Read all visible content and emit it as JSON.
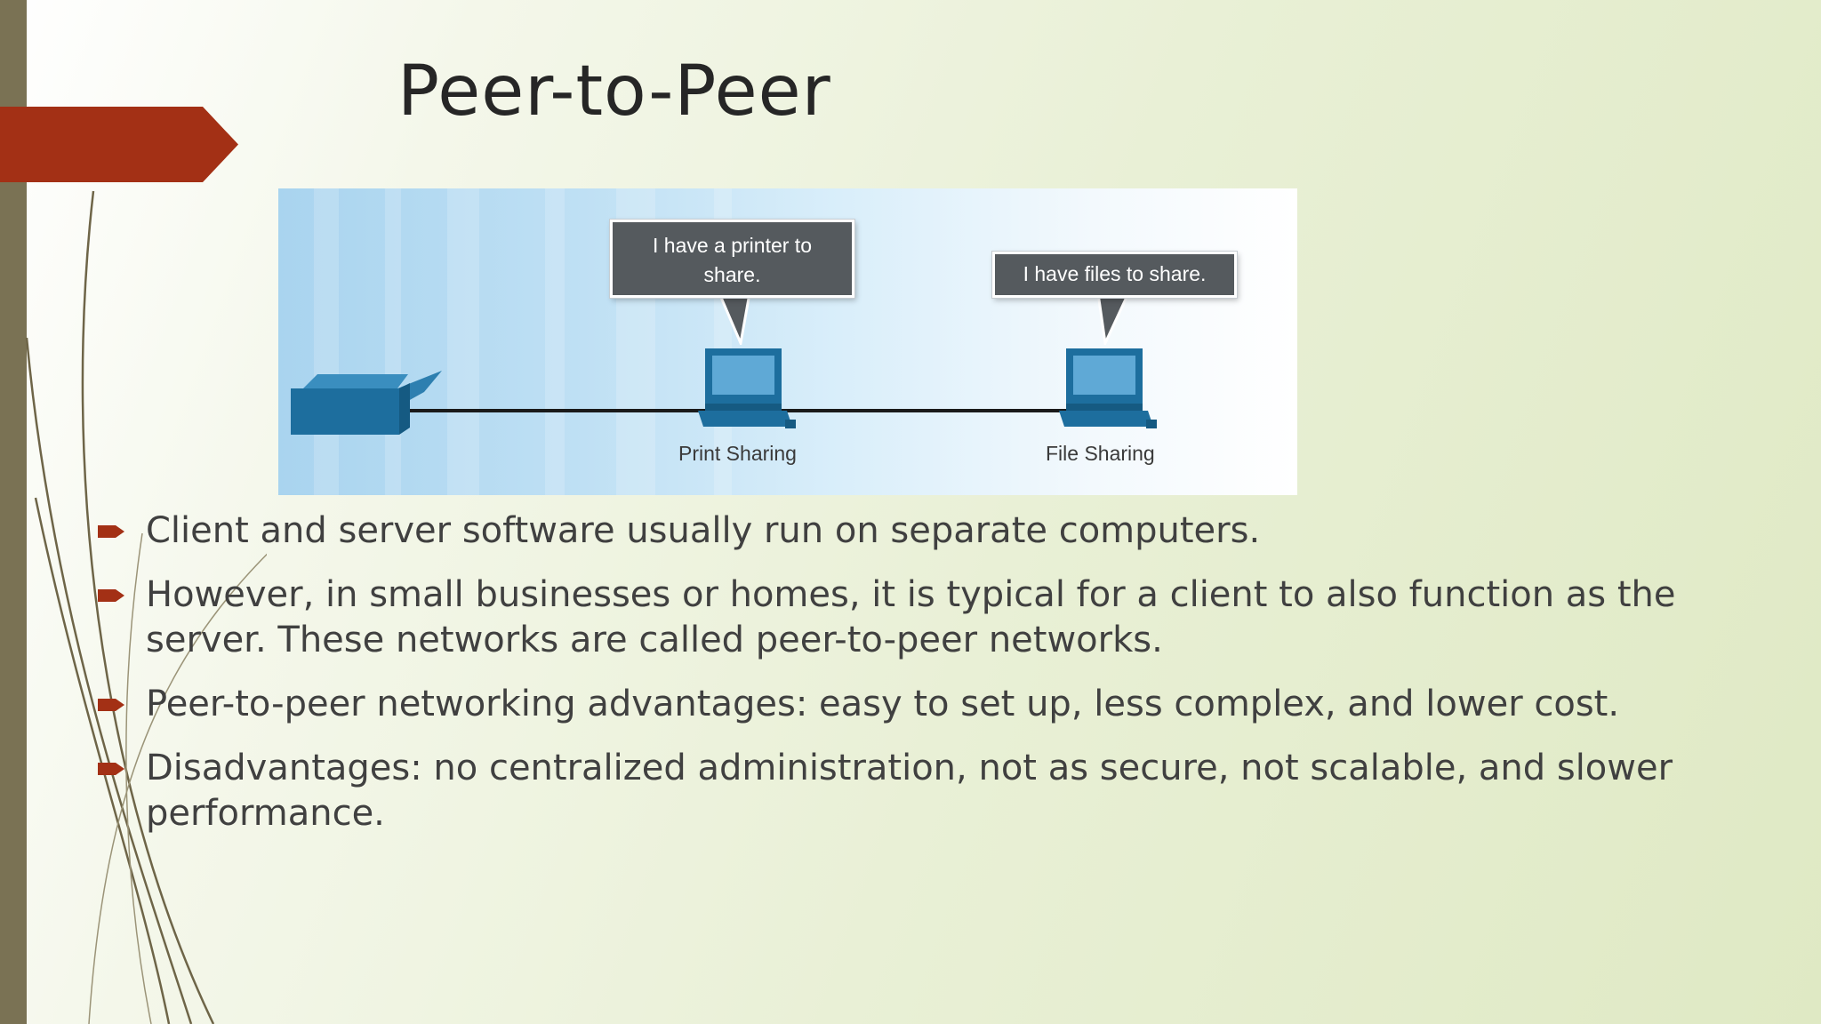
{
  "slide": {
    "title": "Peer-to-Peer",
    "colors": {
      "accent": "#a33015",
      "sidebar": "#7a7254",
      "text": "#404040"
    }
  },
  "diagram": {
    "callouts": [
      {
        "text": "I have a printer to share."
      },
      {
        "text": "I have files to share."
      }
    ],
    "devices": [
      {
        "icon": "printer-icon",
        "label": ""
      },
      {
        "icon": "computer-icon",
        "label": "Print Sharing"
      },
      {
        "icon": "computer-icon",
        "label": "File Sharing"
      }
    ]
  },
  "bullets": [
    {
      "text": "Client and server software usually run on separate computers."
    },
    {
      "text": "However, in small businesses or homes, it is typical for a client to also function as the server.  These networks are called peer-to-peer networks."
    },
    {
      "text": "Peer-to-peer networking advantages: easy to set up, less complex, and lower cost."
    },
    {
      "text": "Disadvantages:  no centralized administration, not as secure, not scalable, and slower performance."
    }
  ]
}
